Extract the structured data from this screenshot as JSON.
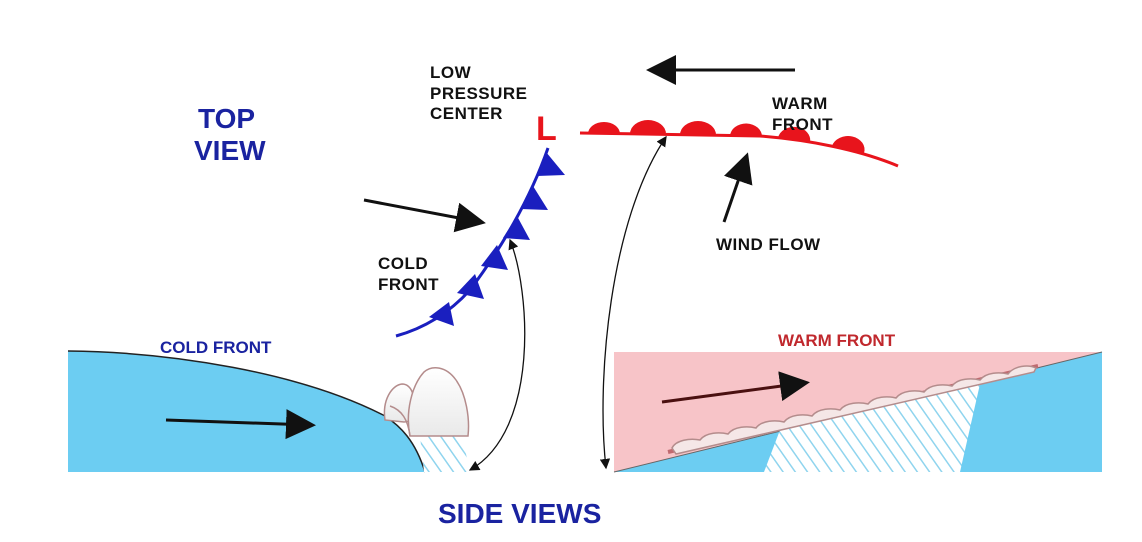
{
  "colors": {
    "cold_front_blue": "#1a1fbf",
    "warm_front_red": "#e8141c",
    "cold_air_blue": "#6ccdf2",
    "warm_air_pink": "#f7c4c8",
    "label_blue": "#1a23a0",
    "warm_label_red": "#c0282d",
    "cloud_grey": "#b48c8c"
  },
  "top_view": {
    "title_line1": "TOP",
    "title_line2": "VIEW",
    "low_pressure_line1": "LOW",
    "low_pressure_line2": "PRESSURE",
    "low_pressure_line3": "CENTER",
    "low_symbol": "L",
    "warm_front_line1": "WARM",
    "warm_front_line2": "FRONT",
    "cold_front_line1": "COLD",
    "cold_front_line2": "FRONT",
    "wind_flow": "WIND FLOW"
  },
  "side_views": {
    "title": "SIDE VIEWS",
    "cold_front_label": "COLD FRONT",
    "warm_front_label": "WARM FRONT"
  }
}
